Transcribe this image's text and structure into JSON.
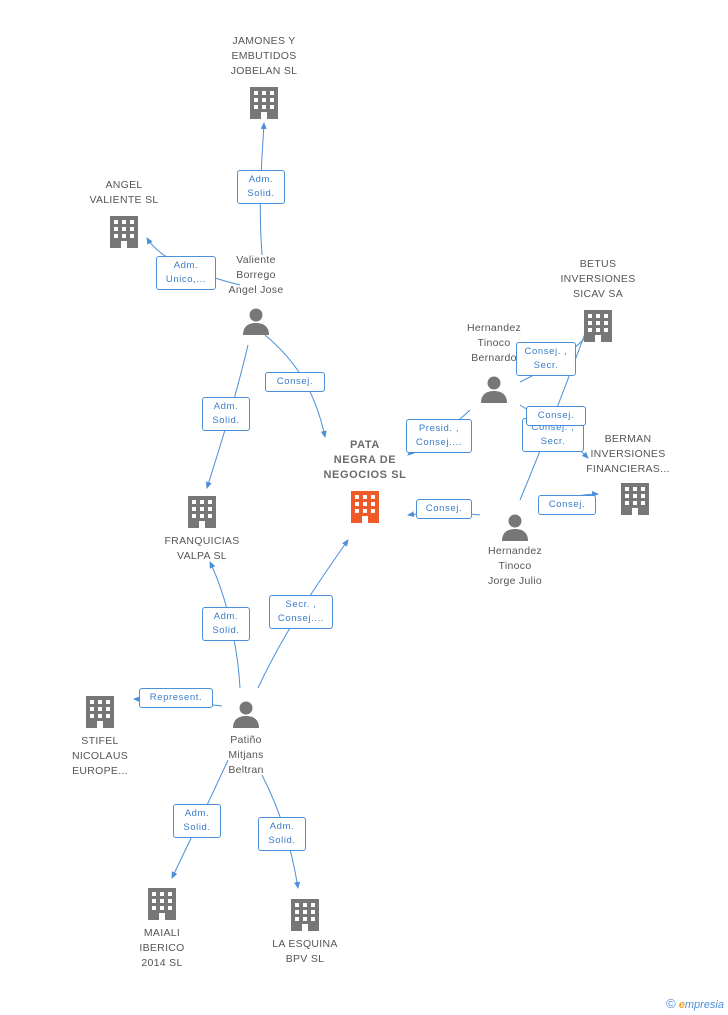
{
  "colors": {
    "edge": "#4a8fd9",
    "company_icon": "#777777",
    "main_company_icon": "#f05a28",
    "person_icon": "#777777",
    "label_text": "#555555"
  },
  "main_company": {
    "lines": [
      "PATA",
      "NEGRA DE",
      "NEGOCIOS SL"
    ],
    "icon": "building-icon"
  },
  "companies": [
    {
      "id": "jamones",
      "lines": [
        "JAMONES Y",
        "EMBUTIDOS",
        "JOBELAN SL"
      ],
      "icon": "building-icon"
    },
    {
      "id": "angel",
      "lines": [
        "ANGEL",
        "VALIENTE SL"
      ],
      "icon": "building-icon"
    },
    {
      "id": "betus",
      "lines": [
        "BETUS",
        "INVERSIONES",
        "SICAV SA"
      ],
      "icon": "building-icon"
    },
    {
      "id": "berman",
      "lines": [
        "BERMAN",
        "INVERSIONES",
        "FINANCIERAS..."
      ],
      "icon": "building-icon"
    },
    {
      "id": "franquicias",
      "lines": [
        "FRANQUICIAS",
        "VALPA SL"
      ],
      "icon": "building-icon"
    },
    {
      "id": "stifel",
      "lines": [
        "STIFEL",
        "NICOLAUS",
        "EUROPE..."
      ],
      "icon": "building-icon"
    },
    {
      "id": "maiali",
      "lines": [
        "MAIALI",
        "IBERICO",
        "2014 SL"
      ],
      "icon": "building-icon"
    },
    {
      "id": "esquina",
      "lines": [
        "LA ESQUINA",
        "BPV SL"
      ],
      "icon": "building-icon"
    }
  ],
  "persons": [
    {
      "id": "valiente",
      "lines": [
        "Valiente",
        "Borrego",
        "Angel Jose"
      ],
      "icon": "person-icon"
    },
    {
      "id": "bernardo",
      "lines": [
        "Hernandez",
        "Tinoco",
        "Bernardo"
      ],
      "icon": "person-icon"
    },
    {
      "id": "jorge",
      "lines": [
        "Hernandez",
        "Tinoco",
        "Jorge Julio"
      ],
      "icon": "person-icon"
    },
    {
      "id": "patino",
      "lines": [
        "Patiño",
        "Mitjans",
        "Beltran"
      ],
      "icon": "person-icon"
    }
  ],
  "relations": [
    {
      "id": "r1",
      "lines": [
        "Adm.",
        "Solid."
      ]
    },
    {
      "id": "r2",
      "lines": [
        "Adm.",
        "Unico,..."
      ]
    },
    {
      "id": "r3",
      "lines": [
        "Consej."
      ]
    },
    {
      "id": "r4",
      "lines": [
        "Adm.",
        "Solid."
      ]
    },
    {
      "id": "r5",
      "lines": [
        "Consej. ,",
        "Secr."
      ]
    },
    {
      "id": "r6",
      "lines": [
        "Presid. ,",
        "Consej...."
      ]
    },
    {
      "id": "r7",
      "lines": [
        "Consej."
      ]
    },
    {
      "id": "r8",
      "lines": [
        "Consej. ,",
        "Secr."
      ]
    },
    {
      "id": "r9",
      "lines": [
        "Consej."
      ]
    },
    {
      "id": "r10",
      "lines": [
        "Consej."
      ]
    },
    {
      "id": "r11",
      "lines": [
        "Adm.",
        "Solid."
      ]
    },
    {
      "id": "r12",
      "lines": [
        "Secr. ,",
        "Consej...."
      ]
    },
    {
      "id": "r13",
      "lines": [
        "Represent."
      ]
    },
    {
      "id": "r14",
      "lines": [
        "Adm.",
        "Solid."
      ]
    },
    {
      "id": "r15",
      "lines": [
        "Adm.",
        "Solid."
      ]
    }
  ],
  "footer": {
    "copyright_symbol": "©",
    "brand_initial": "e",
    "brand_rest": "mpresia"
  }
}
